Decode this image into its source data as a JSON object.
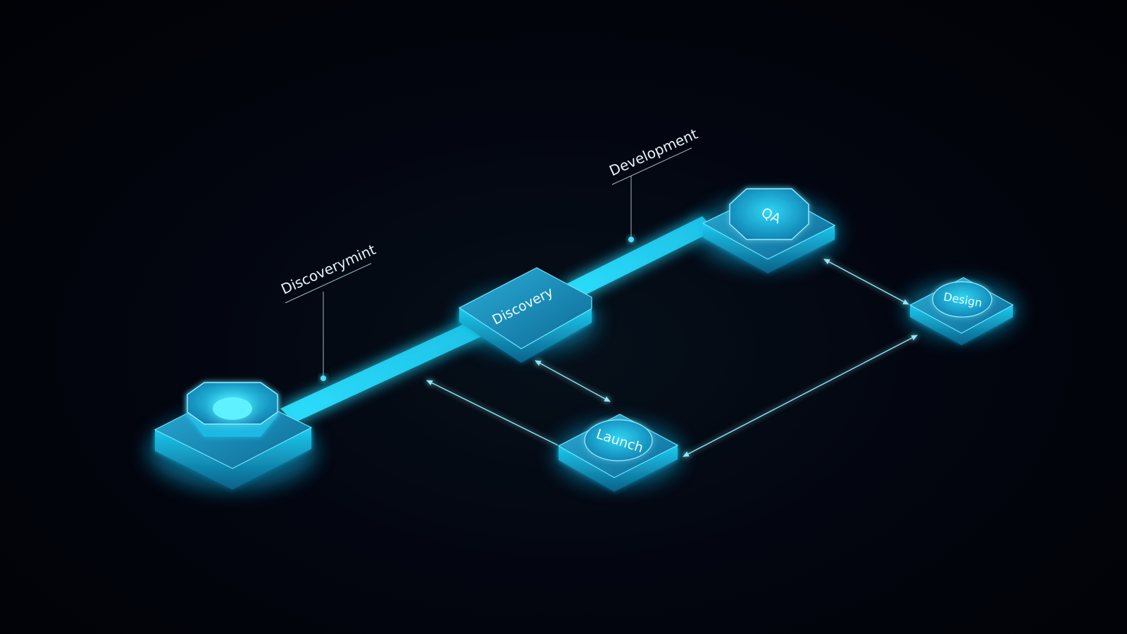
{
  "diagram": {
    "callouts": {
      "left": "Discoverymint",
      "top": "Development"
    },
    "nodes": {
      "start": "",
      "discovery": "Discovery",
      "qa": "QA",
      "design": "Design",
      "launch": "Launch"
    }
  },
  "colors": {
    "background": "#02040a",
    "glow": "#22d3ee",
    "node_fill": "#0e6f9a",
    "node_top": "#1796c4",
    "node_edge": "#6fe6ff",
    "connector": "#7fe3f5",
    "text": "#e6f4fa"
  }
}
